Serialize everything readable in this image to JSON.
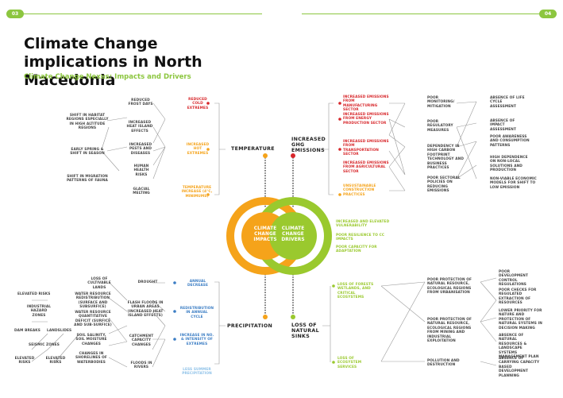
{
  "pages": {
    "left": "03",
    "right": "04"
  },
  "title": "Climate Change implications in North Macedonia",
  "subtitle": "Climate Change Nexus: Impacts and Drivers",
  "center": {
    "impacts": "CLIMATE CHANGE IMPACTS",
    "drivers": "CLIMATE CHANGE DRIVERS"
  },
  "headings": {
    "temperature": "TEMPERATURE",
    "precipitation": "PRECIPITATION",
    "ghg": "INCREASED GHG EMISSIONS",
    "sinks": "LOSS OF NATURAL SINKS"
  },
  "vulnerability": [
    "INCREASED AND ELEVATED VULNERABILITY",
    "POOR RESILIENCE TO CC IMPACTS",
    "POOR CAPACITY FOR ADAPTATION"
  ],
  "temp_causes": [
    "REDUCED COLD EXTREMES",
    "INCREASED HOT EXTREMES",
    "TEMPERATURE INCREASE (4°C, MINIMUMS)"
  ],
  "temp_effects": [
    "REDUCED FROST DAYS",
    "INCREASED HEAT ISLAND EFFECTS",
    "INCREASED PESTS AND DISEASES",
    "HUMAN HEALTH RISKS",
    "GLACIAL MELTING"
  ],
  "temp_far": [
    "SHIFT IN HABITAT REGIONS ESPECIALLY IN HIGH ALTITUDE REGIONS",
    "EARLY SPRING & SHIFT IN SEASON",
    "SHIFT IN MIGRATION PATTERNS OF FAUNA"
  ],
  "prec_causes": [
    "ANNUAL DECREASE",
    "REDISTRIBUTION IN ANNUAL CYCLE",
    "INCREASE IN NO. & INTENSITY OF EXTREMES",
    "LESS SUMMER PRECIPITATION"
  ],
  "prec_effects": [
    "DROUGHT",
    "FLASH FLOODS IN URBAN AREAS (INCREASED HEAT ISLAND EFFECTS)",
    "CATCHMENT CAPACITY CHANGES",
    "FLOODS IN RIVERS"
  ],
  "prec_mid": [
    "LOSS OF CULTIVABLE LANDS",
    "WATER RESOURCE REDISTRIBUTION (SURFACE AND SUBSURFICE)",
    "WATER RESOURCE QUANTITATIVE DEFICIT (SURFICE AND SUB-SURFICE)",
    "SOIL SALINITY, SOIL MOISTURE CHANGES",
    "CHANGES IN SHORELINES OF WATERBODIES"
  ],
  "prec_far": [
    "ELEVATED RISKS",
    "INDUSTRIAL HAZARD ZONES",
    "DAM BREAKS",
    "LANDSLIDES",
    "SEISMIC ZONES",
    "ELEVATED RISKS",
    "ELEVATED RISKS"
  ],
  "ghg_sources": [
    "INCREASED EMISSIONS FROM MANUFACTURING SECTOR",
    "INCREASED EMISSIONS FROM ENERGY PRODUCTION SECTOR",
    "INCREASED EMISSIONS FROM TRANSPORTATION SECTOR",
    "INCREASED EMISSIONS FROM AGRICULTURAL SECTOR",
    "UNSUSTAINABLE CONSTRUCTION PRACTICES"
  ],
  "ghg_mid": [
    "POOR MONITORING/ MITIGATION",
    "POOR REGULATORY MEASURES",
    "DEPENDENCY IN HIGH CARBON FOOTPRINT TECHNOLOGY AND BUSINESS PRACTICES",
    "POOR SECTORAL POLICIES ON REDUCING EMISSIONS"
  ],
  "ghg_far": [
    "ABSENCE OF LIFE CYCLE ASSESSMENT",
    "ABSENCE OF IMPACT ASSESSMENT",
    "POOR AWARENESS AND CONSUMPTION PATTERNS",
    "HIGH DEPENDENCE ON NON-LOCAL SOLUTIONS AND PRODUCTION",
    "NON-VIABLE ECONOMIC MODELS FOR SHIFT TO LOW EMISSION"
  ],
  "sink_sources": [
    "LOSS OF FORESTS WETLANDS, AND CRITICAL ECOSYSTEMS",
    "LOSS OF ECOSYSTEM SERVICES"
  ],
  "sink_mid": [
    "POOR PROTECTION OF NATURAL RESOURCE, ECOLOGICAL REGIONS FROM URBANISATION",
    "POOR PROTECTION OF NATURAL RESOURCE, ECOLOGICAL REGIONS FROM MINING AND INDUSTRIAL EXPLOITATION",
    "POLLUTION AND DESTRUCTION"
  ],
  "sink_far": [
    "POOR DEVELOPMENT CONTROL REGULATIONS",
    "POOR CHECKS FOR REGULATED EXTRACTION OF RESOURCES",
    "LOWER PRIORITY FOR NATURE AND PROTECTION OF NATURAL SYSTEMS IN DECISION MAKING",
    "ABSENCE OF NATURAL RESOURCES & LANDSCAPE SYSTEMS MANAGEMENT PLAN",
    "ABSENCE OF CARRYING CAPACITY BASED DEVELOPMENT PLANNING"
  ],
  "colors": {
    "orange": "#f5a31a",
    "green": "#9ac92e",
    "red": "#d7262a",
    "blue": "#3b7dc4",
    "lightblue": "#8fc2e8",
    "dark": "#333333",
    "grey": "#9a9a9a"
  }
}
